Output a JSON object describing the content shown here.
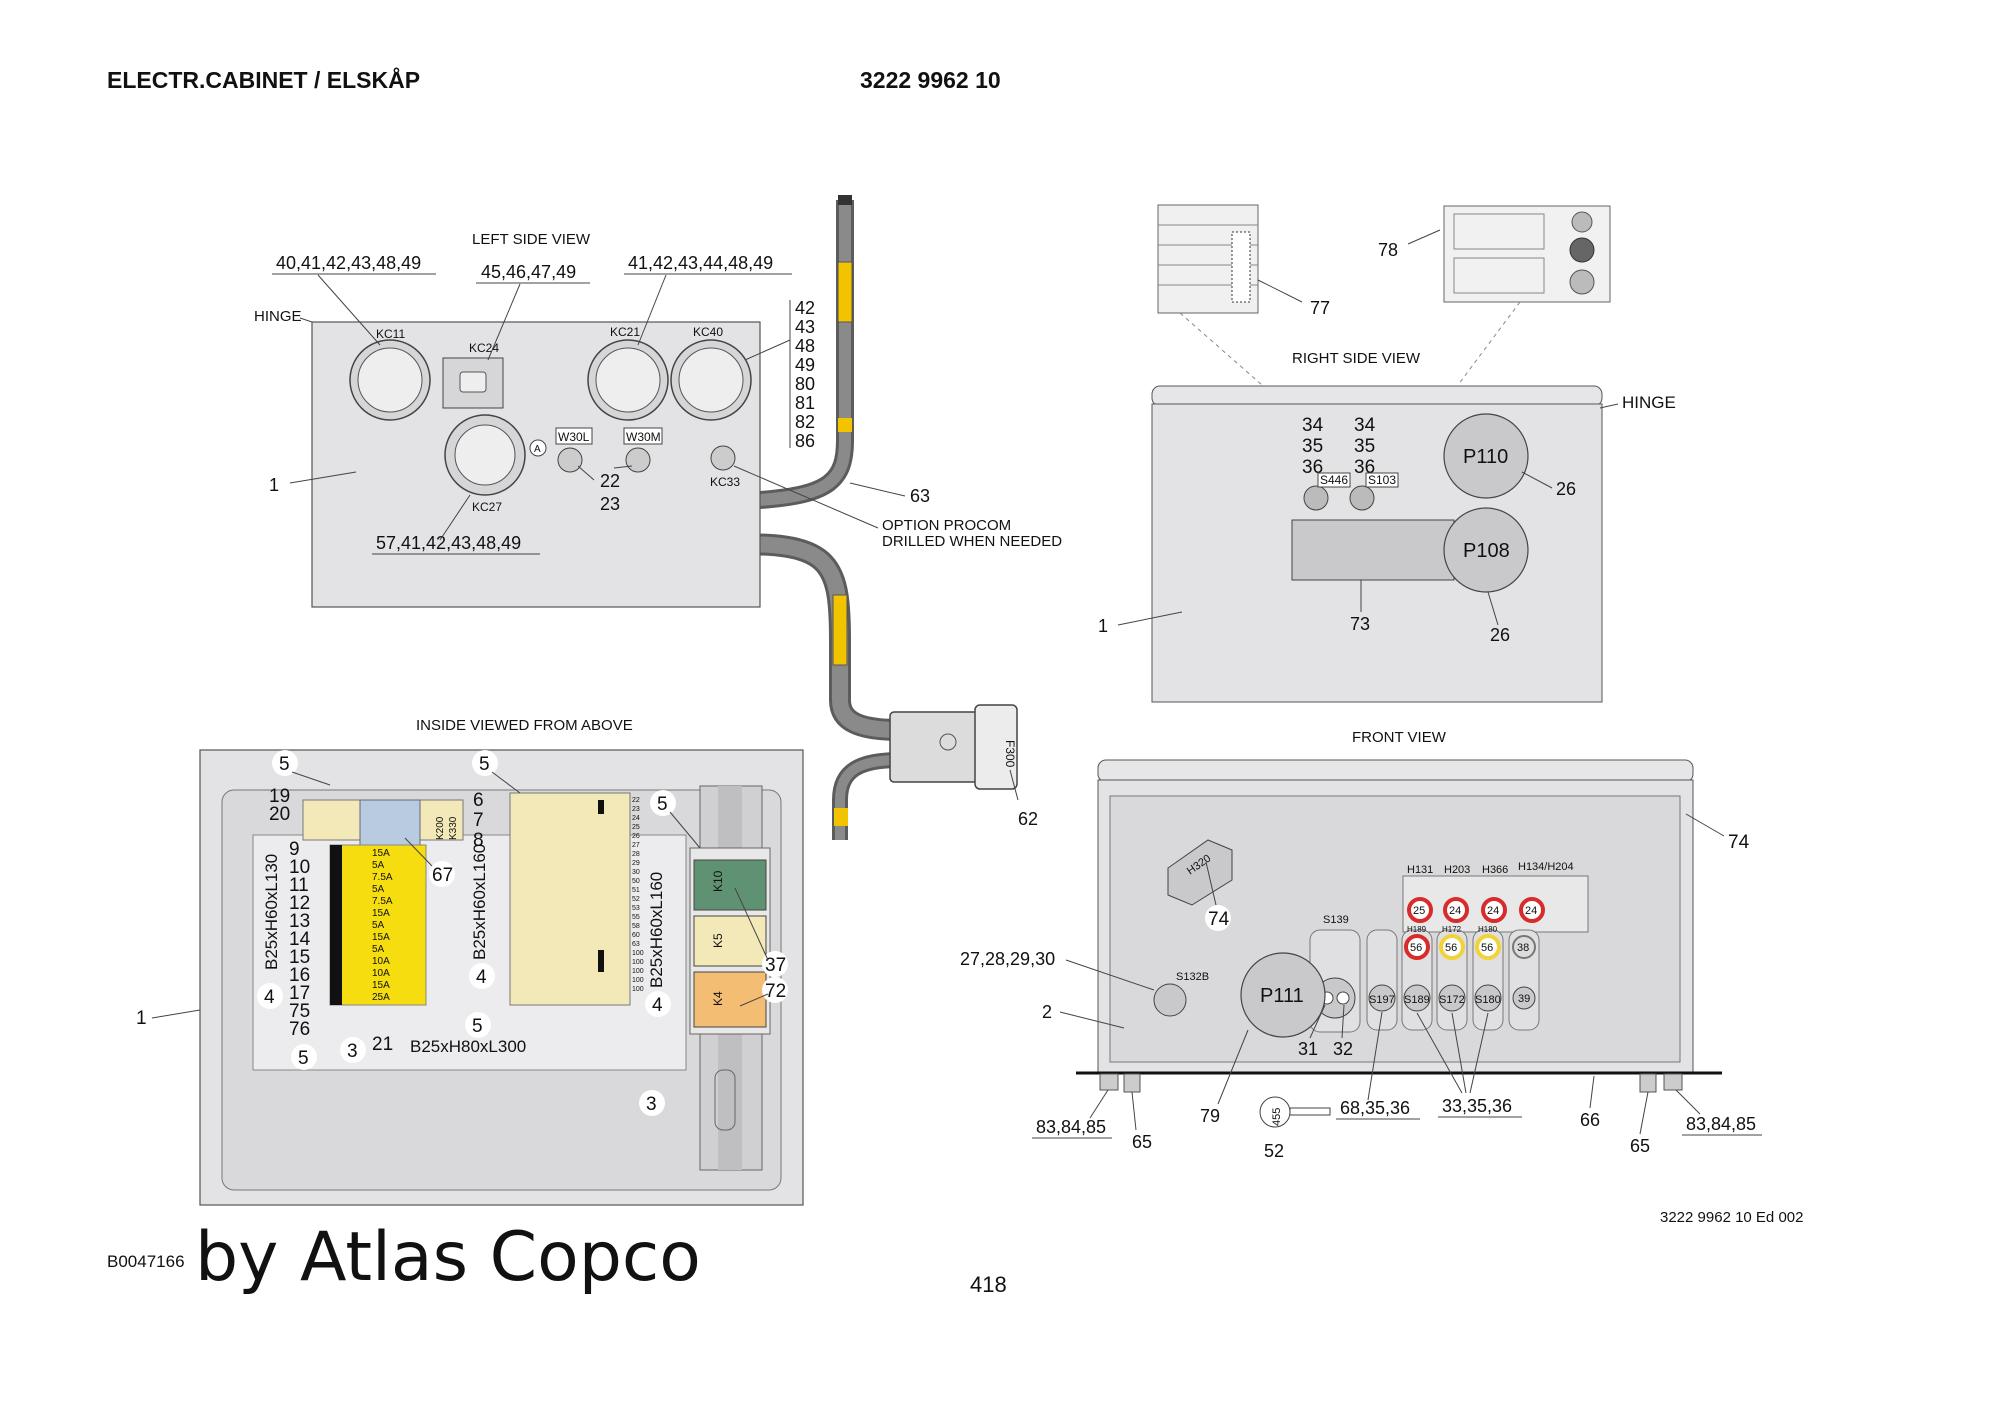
{
  "header": {
    "title": "ELECTR.CABINET / ELSKÅP",
    "part_number": "3222 9962 10"
  },
  "views": {
    "left_side": "LEFT SIDE VIEW",
    "right_side": "RIGHT SIDE VIEW",
    "inside": "INSIDE VIEWED FROM ABOVE",
    "front": "FRONT VIEW"
  },
  "left_view": {
    "hinge": "HINGE",
    "callout_kc11": "40,41,42,43,48,49",
    "callout_kc24": "45,46,47,49",
    "callout_kc21": "41,42,43,44,48,49",
    "callout_kc27": "57,41,42,43,48,49",
    "kc40_list": [
      "42",
      "43",
      "48",
      "49",
      "80",
      "81",
      "82",
      "86"
    ],
    "connectors": {
      "kc11": "KC11",
      "kc24": "KC24",
      "kc21": "KC21",
      "kc40": "KC40",
      "kc27": "KC27",
      "kc33": "KC33"
    },
    "a_mark": "A",
    "w30l": "W30L",
    "w30m": "W30M",
    "item_1": "1",
    "item_22": "22",
    "item_23": "23",
    "item_63": "63",
    "option_line1": "OPTION PROCOM",
    "option_line2": "DRILLED WHEN NEEDED"
  },
  "cable": {
    "item_62": "62",
    "f300": "F300"
  },
  "right_view": {
    "hinge": "HINGE",
    "item_77": "77",
    "item_78": "78",
    "col_a": [
      "34",
      "35",
      "36"
    ],
    "col_b": [
      "34",
      "35",
      "36"
    ],
    "s446": "S446",
    "s103": "S103",
    "p110": "P110",
    "p108": "P108",
    "item_26a": "26",
    "item_26b": "26",
    "item_73": "73",
    "item_1": "1"
  },
  "inside_view": {
    "item_1": "1",
    "item_5": "5",
    "left_nums": [
      "19",
      "20",
      "9",
      "10",
      "11",
      "12",
      "13",
      "14",
      "15",
      "16",
      "17",
      "75",
      "76"
    ],
    "mid_nums": [
      "6",
      "7",
      "8"
    ],
    "item_4": "4",
    "item_3": "3",
    "item_21": "21",
    "item_67": "67",
    "item_37": "37",
    "item_72": "72",
    "dim_left": "B25xH60xL130",
    "dim_mid": "B25xH60xL160",
    "dim_right": "B25xH60xL160",
    "dim_bottom": "B25xH80xL300",
    "k200": "K200",
    "k330": "K330",
    "k10": "K10",
    "k5": "K5",
    "k4": "K4",
    "fuses": [
      "15A",
      "5A",
      "7.5A",
      "5A",
      "7.5A",
      "15A",
      "5A",
      "15A",
      "5A",
      "10A",
      "10A",
      "15A",
      "25A"
    ],
    "term_nums": [
      "22",
      "23",
      "24",
      "25",
      "26",
      "27",
      "28",
      "29",
      "30",
      "50",
      "51",
      "52",
      "53",
      "55",
      "58",
      "60",
      "63",
      "100",
      "100",
      "100",
      "100",
      "100"
    ]
  },
  "front_view": {
    "item_74a": "74",
    "item_74b": "74",
    "h320": "H320",
    "lamp_labels": [
      "H131",
      "H203",
      "H366",
      "H134/H204"
    ],
    "lamp_nums": [
      "25",
      "24",
      "24",
      "24"
    ],
    "lamp2_labels": [
      "H189",
      "H172",
      "H180"
    ],
    "lamp2_nums": [
      "56",
      "56",
      "56",
      "38"
    ],
    "s139": "S139",
    "s132b": "S132B",
    "p111": "P111",
    "s197": "S197",
    "s189": "S189",
    "s172": "S172",
    "s180": "S180",
    "item_39": "39",
    "callout_27": "27,28,29,30",
    "item_2": "2",
    "item_31": "31",
    "item_32": "32",
    "callout_68": "68,35,36",
    "callout_33": "33,35,36",
    "callout_83a": "83,84,85",
    "callout_83b": "83,84,85",
    "item_65a": "65",
    "item_65b": "65",
    "item_79": "79",
    "item_52": "52",
    "key_num": "455",
    "item_66": "66"
  },
  "footer": {
    "edition": "3222 9962 10 Ed 002",
    "drawing_id": "B0047166",
    "brand": "by Atlas Copco",
    "page": "418"
  },
  "colors": {
    "panel": "#e3e3e5",
    "cable": "#7a7a7a",
    "fuse": "#f5dd0f",
    "relay_green": "#5f9272",
    "relay_yellow": "#f3e8b7",
    "relay_orange": "#f3be73",
    "lamp_red": "#d82c2c",
    "lamp_yellow": "#f0d23a"
  }
}
